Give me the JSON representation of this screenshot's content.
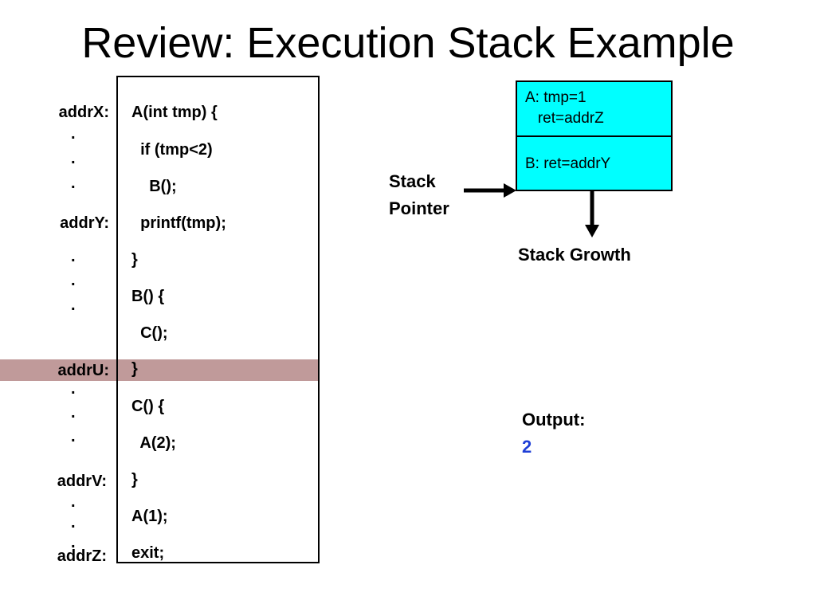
{
  "title": "Review: Execution Stack Example",
  "code_lines": [
    "A(int tmp) {",
    "  if (tmp<2)",
    "    B();",
    "  printf(tmp);",
    "}",
    "B() {",
    "  C();",
    "}",
    "C() {",
    "  A(2);",
    "}",
    "A(1);",
    "exit;"
  ],
  "addresses": {
    "addrX": "addrX:",
    "addrY": "addrY:",
    "addrU": "addrU:",
    "addrV": "addrV:",
    "addrZ": "addrZ:"
  },
  "dot": ".",
  "stack": {
    "frame_a_line1": "A: tmp=1",
    "frame_a_line2": "   ret=addrZ",
    "frame_b_line1": "B: ret=addrY",
    "pointer_label_line1": "Stack",
    "pointer_label_line2": "Pointer",
    "growth_label": "Stack Growth"
  },
  "output": {
    "label": "Output:",
    "value": "2"
  },
  "colors": {
    "frame_fill": "#00ffff",
    "highlight": "#c09a9a",
    "output_value": "#1f3fd6"
  }
}
